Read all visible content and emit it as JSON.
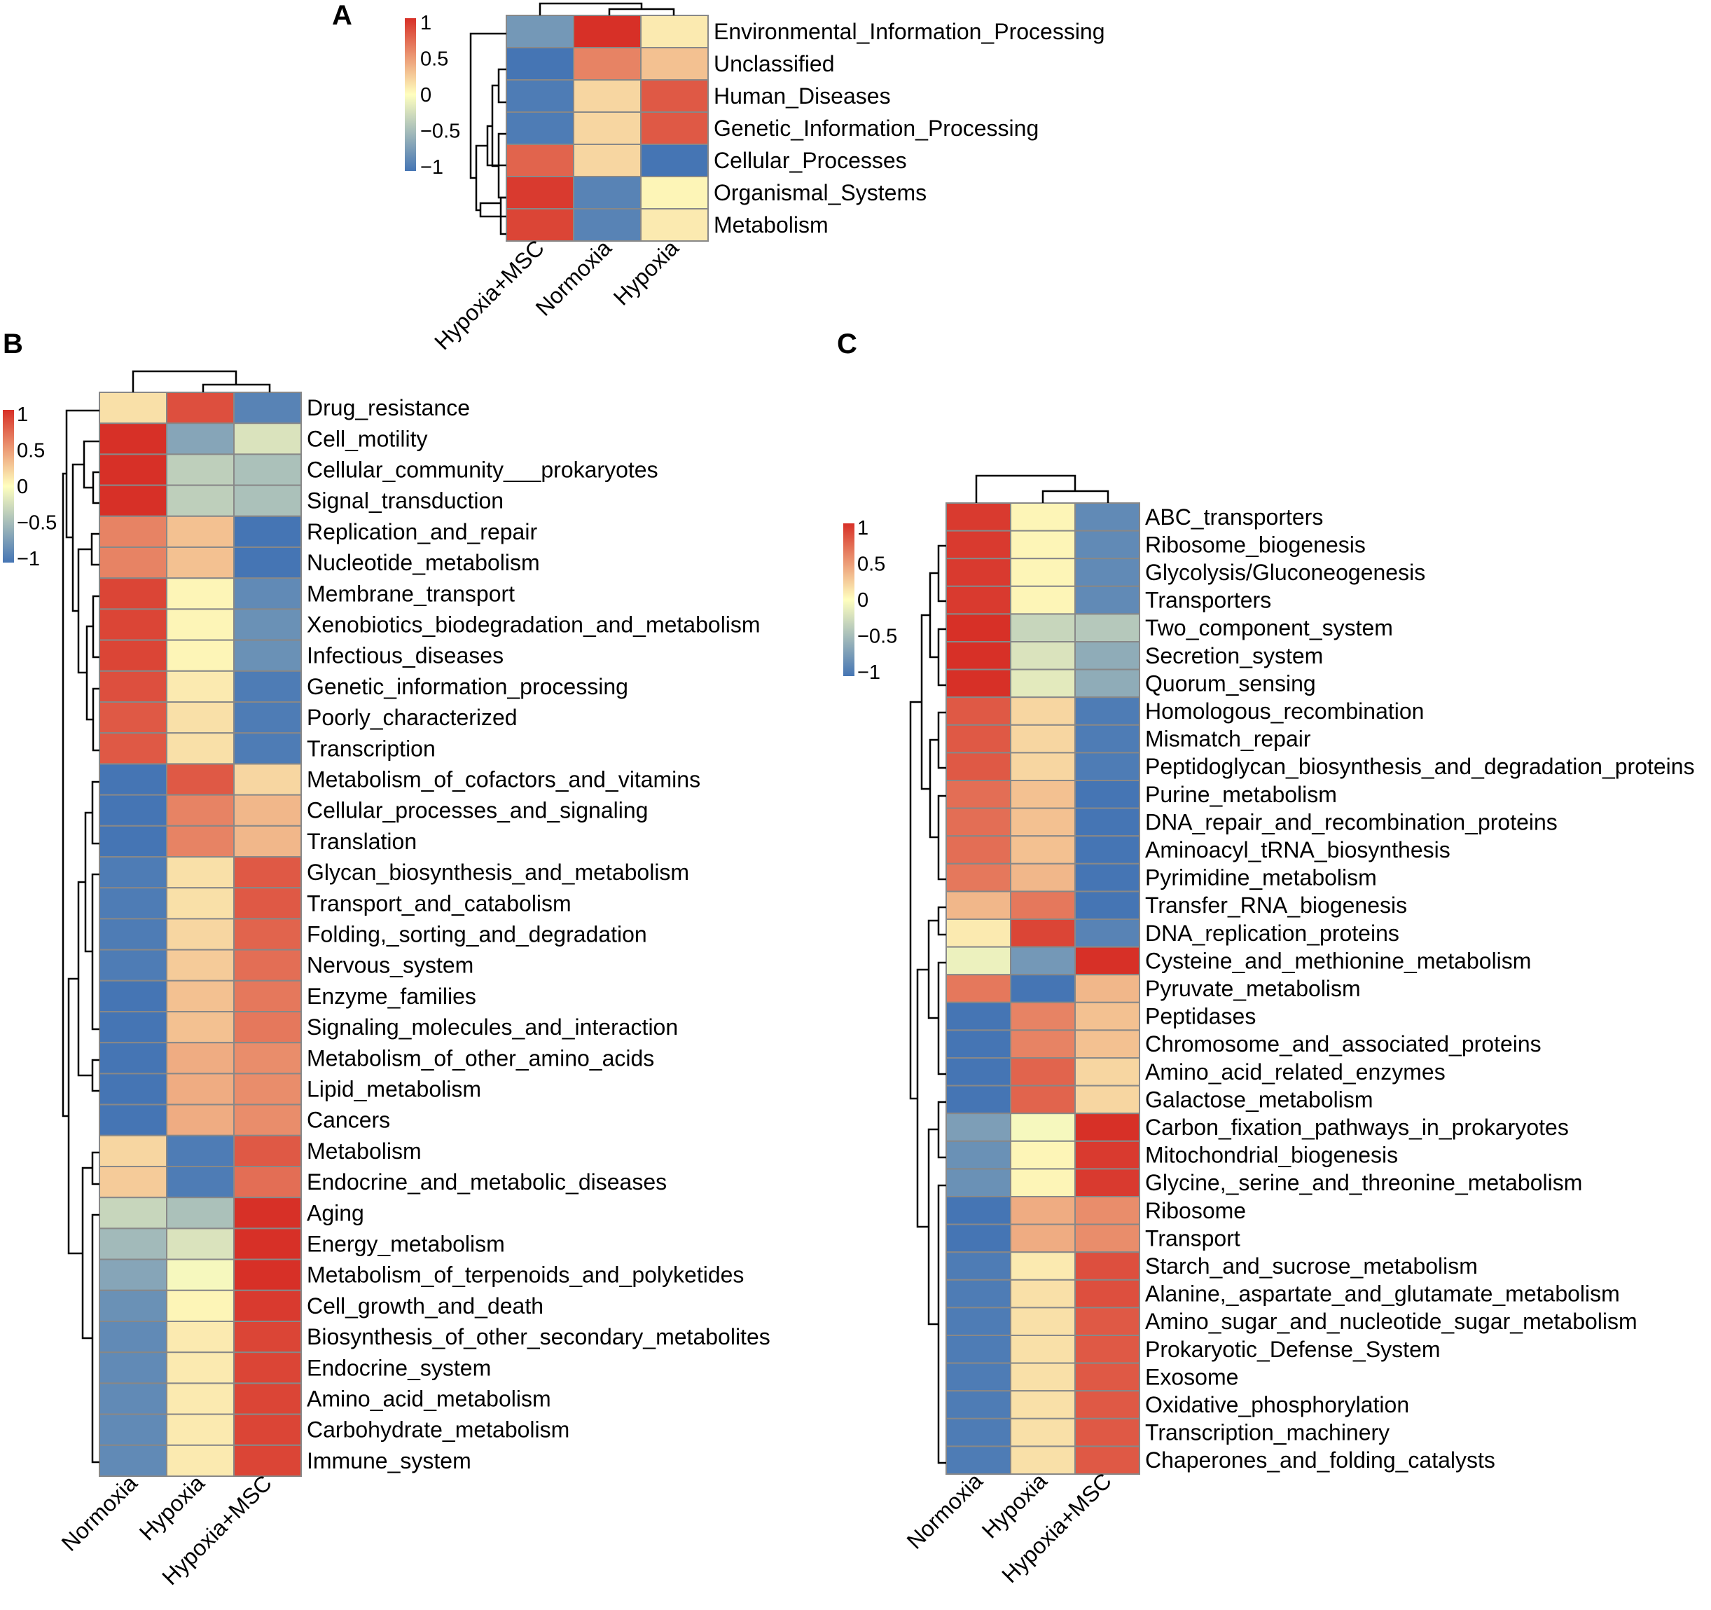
{
  "colors": {
    "low": "#4575B4",
    "mid": "#FFFFBF",
    "high": "#D73027",
    "cell_border": "#888888"
  },
  "colorbar_ticks": [
    "1",
    "0.5",
    "0",
    "−0.5",
    "−1"
  ],
  "chart_data": [
    {
      "panel": "A",
      "type": "heatmap",
      "columns": [
        "Hypoxia+MSC",
        "Normoxia",
        "Hypoxia"
      ],
      "rows": [
        "Environmental_Information_Processing",
        "Unclassified",
        "Human_Diseases",
        "Genetic_Information_Processing",
        "Cellular_Processes",
        "Organismal_Systems",
        "Metabolism"
      ],
      "values": [
        [
          -0.75,
          1.0,
          0.1
        ],
        [
          -1.0,
          0.6,
          0.3
        ],
        [
          -0.95,
          0.2,
          0.8
        ],
        [
          -0.95,
          0.2,
          0.8
        ],
        [
          0.75,
          0.2,
          -1.0
        ],
        [
          0.95,
          -0.9,
          0.05
        ],
        [
          0.9,
          -0.9,
          0.1
        ]
      ],
      "range": [
        -1,
        1
      ],
      "colorbar": true,
      "row_dendrogram": true,
      "column_dendrogram": true
    },
    {
      "panel": "B",
      "type": "heatmap",
      "columns": [
        "Normoxia",
        "Hypoxia",
        "Hypoxia+MSC"
      ],
      "rows": [
        "Drug_resistance",
        "Cell_motility",
        "Cellular_community___prokaryotes",
        "Signal_transduction",
        "Replication_and_repair",
        "Nucleotide_metabolism",
        "Membrane_transport",
        "Xenobiotics_biodegradation_and_metabolism",
        "Infectious_diseases",
        "Genetic_information_processing",
        "Poorly_characterized",
        "Transcription",
        "Metabolism_of_cofactors_and_vitamins",
        "Cellular_processes_and_signaling",
        "Translation",
        "Glycan_biosynthesis_and_metabolism",
        "Transport_and_catabolism",
        "Folding,_sorting_and_degradation",
        "Nervous_system",
        "Enzyme_families",
        "Signaling_molecules_and_interaction",
        "Metabolism_of_other_amino_acids",
        "Lipid_metabolism",
        "Cancers",
        "Metabolism",
        "Endocrine_and_metabolic_diseases",
        "Aging",
        "Energy_metabolism",
        "Metabolism_of_terpenoids_and_polyketides",
        "Cell_growth_and_death",
        "Biosynthesis_of_other_secondary_metabolites",
        "Endocrine_system",
        "Amino_acid_metabolism",
        "Carbohydrate_metabolism",
        "Immune_system"
      ],
      "values": [
        [
          0.15,
          0.85,
          -0.9
        ],
        [
          1.0,
          -0.65,
          -0.2
        ],
        [
          1.0,
          -0.35,
          -0.45
        ],
        [
          1.0,
          -0.35,
          -0.45
        ],
        [
          0.6,
          0.3,
          -1.0
        ],
        [
          0.6,
          0.3,
          -1.0
        ],
        [
          0.9,
          0.05,
          -0.85
        ],
        [
          0.9,
          0.05,
          -0.8
        ],
        [
          0.9,
          0.05,
          -0.8
        ],
        [
          0.85,
          0.1,
          -0.95
        ],
        [
          0.8,
          0.15,
          -0.95
        ],
        [
          0.8,
          0.15,
          -0.95
        ],
        [
          -1.0,
          0.8,
          0.2
        ],
        [
          -1.0,
          0.6,
          0.35
        ],
        [
          -1.0,
          0.6,
          0.35
        ],
        [
          -0.95,
          0.15,
          0.8
        ],
        [
          -0.95,
          0.15,
          0.8
        ],
        [
          -0.95,
          0.2,
          0.75
        ],
        [
          -0.95,
          0.25,
          0.7
        ],
        [
          -1.0,
          0.3,
          0.65
        ],
        [
          -1.0,
          0.3,
          0.65
        ],
        [
          -1.0,
          0.4,
          0.55
        ],
        [
          -1.0,
          0.4,
          0.55
        ],
        [
          -1.0,
          0.4,
          0.55
        ],
        [
          0.2,
          -0.95,
          0.8
        ],
        [
          0.25,
          -0.95,
          0.7
        ],
        [
          -0.3,
          -0.45,
          1.0
        ],
        [
          -0.5,
          -0.2,
          1.0
        ],
        [
          -0.65,
          -0.05,
          1.0
        ],
        [
          -0.8,
          0.05,
          0.95
        ],
        [
          -0.85,
          0.1,
          0.9
        ],
        [
          -0.85,
          0.1,
          0.9
        ],
        [
          -0.85,
          0.1,
          0.9
        ],
        [
          -0.85,
          0.1,
          0.9
        ],
        [
          -0.85,
          0.1,
          0.9
        ]
      ],
      "range": [
        -1,
        1
      ],
      "colorbar": true,
      "row_dendrogram": true,
      "column_dendrogram": true
    },
    {
      "panel": "C",
      "type": "heatmap",
      "columns": [
        "Normoxia",
        "Hypoxia",
        "Hypoxia+MSC"
      ],
      "rows": [
        "ABC_transporters",
        "Ribosome_biogenesis",
        "Glycolysis/Gluconeogenesis",
        "Transporters",
        "Two_component_system",
        "Secretion_system",
        "Quorum_sensing",
        "Homologous_recombination",
        "Mismatch_repair",
        "Peptidoglycan_biosynthesis_and_degradation_proteins",
        "Purine_metabolism",
        "DNA_repair_and_recombination_proteins",
        "Aminoacyl_tRNA_biosynthesis",
        "Pyrimidine_metabolism",
        "Transfer_RNA_biogenesis",
        "DNA_replication_proteins",
        "Cysteine_and_methionine_metabolism",
        "Pyruvate_metabolism",
        "Peptidases",
        "Chromosome_and_associated_proteins",
        "Amino_acid_related_enzymes",
        "Galactose_metabolism",
        "Carbon_fixation_pathways_in_prokaryotes",
        "Mitochondrial_biogenesis",
        "Glycine,_serine_and_threonine_metabolism",
        "Ribosome",
        "Transport",
        "Starch_and_sucrose_metabolism",
        "Alanine,_aspartate_and_glutamate_metabolism",
        "Amino_sugar_and_nucleotide_sugar_metabolism",
        "Prokaryotic_Defense_System",
        "Exosome",
        "Oxidative_phosphorylation",
        "Transcription_machinery",
        "Chaperones_and_folding_catalysts"
      ],
      "values": [
        [
          0.95,
          0.05,
          -0.85
        ],
        [
          0.95,
          0.05,
          -0.85
        ],
        [
          0.95,
          0.05,
          -0.85
        ],
        [
          0.95,
          0.05,
          -0.85
        ],
        [
          1.0,
          -0.3,
          -0.4
        ],
        [
          1.0,
          -0.2,
          -0.6
        ],
        [
          1.0,
          -0.15,
          -0.6
        ],
        [
          0.8,
          0.2,
          -0.95
        ],
        [
          0.8,
          0.2,
          -0.95
        ],
        [
          0.8,
          0.2,
          -0.95
        ],
        [
          0.7,
          0.3,
          -1.0
        ],
        [
          0.7,
          0.3,
          -1.0
        ],
        [
          0.7,
          0.3,
          -1.0
        ],
        [
          0.65,
          0.35,
          -1.0
        ],
        [
          0.35,
          0.65,
          -1.0
        ],
        [
          0.1,
          0.9,
          -0.9
        ],
        [
          -0.1,
          -0.75,
          1.0
        ],
        [
          0.65,
          -1.0,
          0.35
        ],
        [
          -1.0,
          0.6,
          0.3
        ],
        [
          -1.0,
          0.6,
          0.3
        ],
        [
          -1.0,
          0.75,
          0.2
        ],
        [
          -1.0,
          0.75,
          0.2
        ],
        [
          -0.7,
          -0.05,
          1.0
        ],
        [
          -0.8,
          0.05,
          0.95
        ],
        [
          -0.8,
          0.05,
          0.95
        ],
        [
          -1.0,
          0.4,
          0.55
        ],
        [
          -1.0,
          0.4,
          0.55
        ],
        [
          -0.95,
          0.1,
          0.85
        ],
        [
          -0.95,
          0.15,
          0.85
        ],
        [
          -0.95,
          0.15,
          0.8
        ],
        [
          -0.95,
          0.15,
          0.8
        ],
        [
          -0.95,
          0.15,
          0.8
        ],
        [
          -0.95,
          0.15,
          0.8
        ],
        [
          -0.95,
          0.15,
          0.8
        ],
        [
          -0.95,
          0.15,
          0.8
        ]
      ],
      "range": [
        -1,
        1
      ],
      "colorbar": true,
      "row_dendrogram": true,
      "column_dendrogram": true
    }
  ]
}
